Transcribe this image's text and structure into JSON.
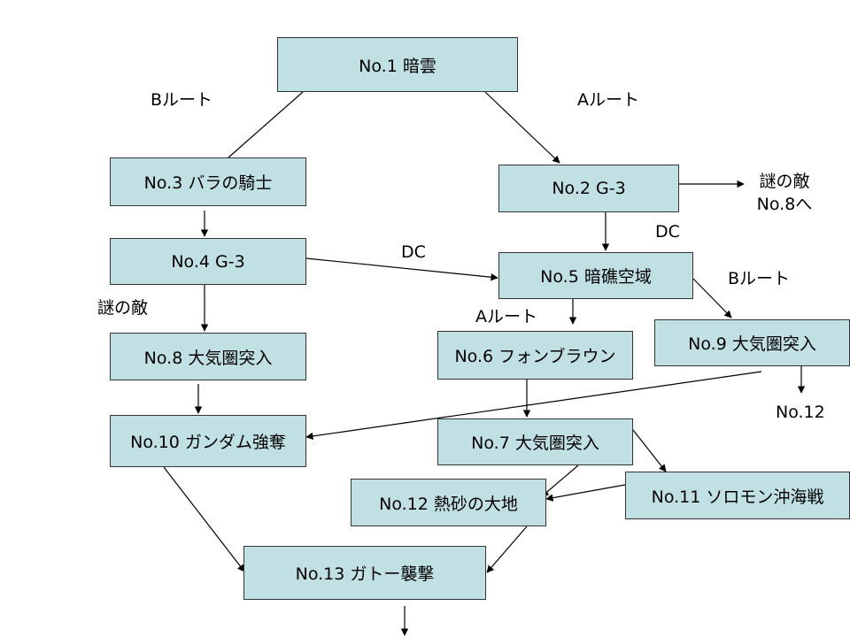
{
  "nodes": {
    "n1": "No.1  暗雲",
    "n2": "No.2 G-3",
    "n3": "No.3 バラの騎士",
    "n4": "No.4 G-3",
    "n5": "No.5 暗礁空域",
    "n6": "No.6 フォンブラウン",
    "n7": "No.7  大気圏突入",
    "n8": "No.8 大気圏突入",
    "n9": "No.9 大気圏突入",
    "n10": "No.10 ガンダム強奪",
    "n11": "No.11  ソロモン沖海戦",
    "n12": "No.12 熱砂の大地",
    "n13": "No.13 ガトー襲撃"
  },
  "labels": {
    "b_route_top": "Bルート",
    "a_route_top": "Aルート",
    "mystery_enemy_right_line1": "謎の敵",
    "mystery_enemy_right_line2": "No.8へ",
    "dc_right": "DC",
    "dc_middle": "DC",
    "b_route_right": "Bルート",
    "mystery_enemy_left": "謎の敵",
    "a_route_middle": "Aルート",
    "no12_ref": "No.12"
  },
  "colors": {
    "node_fill": "#c0e0e4",
    "node_border": "#333333",
    "line": "#000000"
  }
}
